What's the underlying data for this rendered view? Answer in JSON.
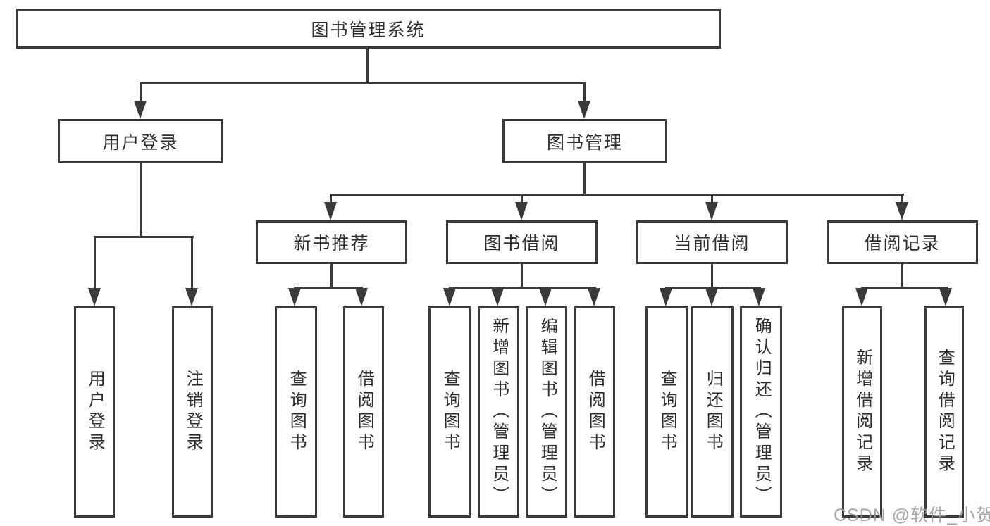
{
  "diagram": {
    "root": {
      "label": "图书管理系统"
    },
    "branches": [
      {
        "label": "用户登录",
        "leaves": [
          {
            "label": "用户登录"
          },
          {
            "label": "注销登录"
          }
        ]
      },
      {
        "label": "图书管理",
        "groups": [
          {
            "label": "新书推荐",
            "leaves": [
              {
                "label": "查询图书"
              },
              {
                "label": "借阅图书"
              }
            ]
          },
          {
            "label": "图书借阅",
            "leaves": [
              {
                "label": "查询图书"
              },
              {
                "label": "新增图书（管理员）"
              },
              {
                "label": "编辑图书（管理员）"
              },
              {
                "label": "借阅图书"
              }
            ]
          },
          {
            "label": "当前借阅",
            "leaves": [
              {
                "label": "查询图书"
              },
              {
                "label": "归还图书"
              },
              {
                "label": "确认归还（管理员）"
              }
            ]
          },
          {
            "label": "借阅记录",
            "leaves": [
              {
                "label": "新增借阅记录"
              },
              {
                "label": "查询借阅记录"
              }
            ]
          }
        ]
      }
    ]
  },
  "watermark": {
    "text": "CSDN @软件_小贺同学"
  },
  "colors": {
    "line": "#3a3a3a",
    "text": "#2d2d2d",
    "watermark": "#9e9e9e",
    "background": "#ffffff"
  }
}
